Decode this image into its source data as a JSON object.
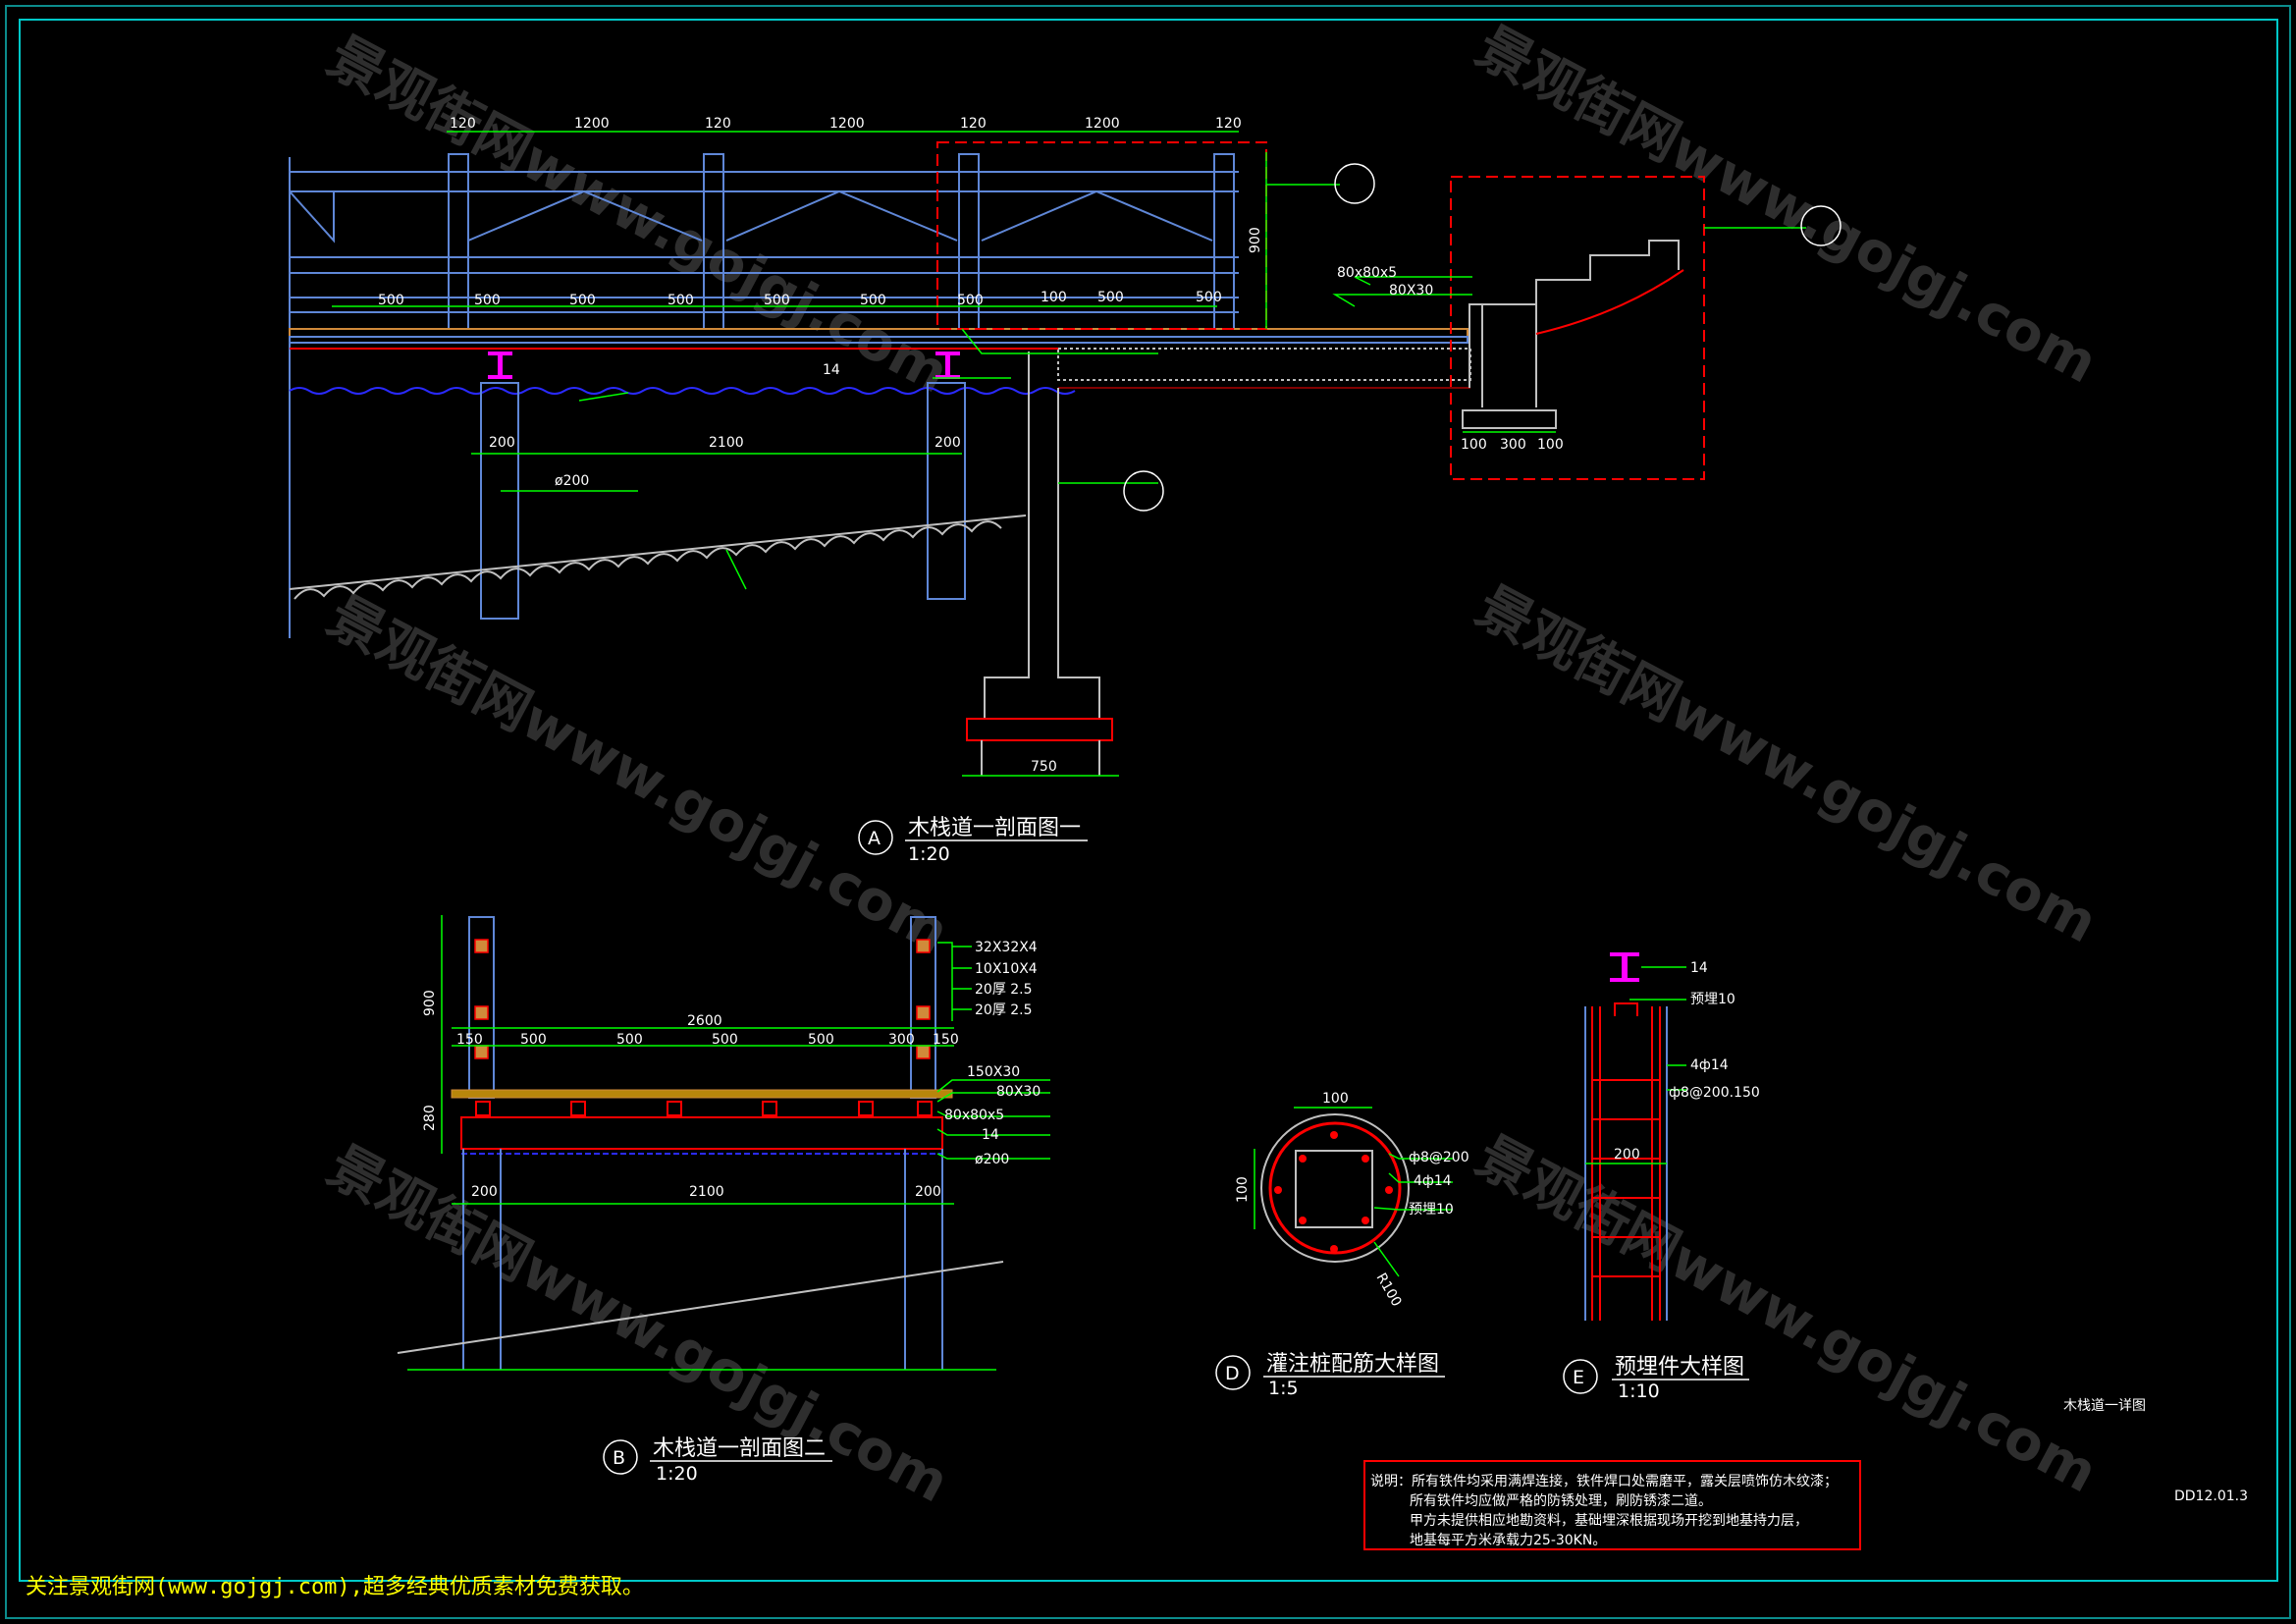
{
  "watermark": "景观街网www.gojgj.com",
  "section_a": {
    "label": "A",
    "title": "木栈道一剖面图一",
    "scale": "1:20",
    "dims_top": [
      "120",
      "1200",
      "120",
      "1200",
      "120",
      "1200",
      "120"
    ],
    "dims_post": [
      "500",
      "500",
      "500",
      "500",
      "500",
      "500",
      "500",
      "100",
      "500",
      "500"
    ],
    "dims_pile": [
      "200",
      "2100",
      "200"
    ],
    "dim_height": "900",
    "dim_footing": "750",
    "dims_stair": [
      "100",
      "300",
      "100"
    ],
    "notes": {
      "joist": "80x80x5",
      "deck": "80X30",
      "ibeam": "14",
      "pile": "ø200"
    }
  },
  "section_b": {
    "label": "B",
    "title": "木栈道一剖面图二",
    "scale": "1:20",
    "dim_width": "2600",
    "dims_spacing": [
      "150",
      "500",
      "500",
      "500",
      "500",
      "300",
      "150"
    ],
    "dims_pile": [
      "200",
      "2100",
      "200"
    ],
    "dim_height": "900",
    "dim_deck": "280",
    "notes": [
      "32X32X4",
      "10X10X4",
      "20厚 2.5",
      "20厚 2.5",
      "150X30",
      "80X30",
      "80x80x5",
      "14",
      "ø200"
    ]
  },
  "detail_d": {
    "label": "D",
    "title": "灌注桩配筋大样图",
    "scale": "1:5",
    "dim_top": "100",
    "dim_side": "100",
    "radius": "R100",
    "notes": [
      "ф8@200",
      "4ф14",
      "预埋10"
    ]
  },
  "detail_e": {
    "label": "E",
    "title": "预埋件大样图",
    "scale": "1:10",
    "dim_width": "200",
    "notes": [
      "14",
      "预埋10",
      "4ф14",
      "ф8@200.150"
    ]
  },
  "explanation": {
    "lines": [
      "说明：所有铁件均采用满焊连接，铁件焊口处需磨平，露关层喷饰仿木纹漆；",
      "所有铁件均应做严格的防锈处理，刷防锈漆二道。",
      "甲方未提供相应地勘资料，基础埋深根据现场开挖到地基持力层，",
      "地基每平方米承载力25-30KN。"
    ]
  },
  "sheet_code": "DD12.01.3",
  "sheet_name": "木栈道一详图",
  "footer": "关注景观街网(www.gojgj.com),超多经典优质素材免费获取。",
  "colors": {
    "frame": "#00c8c8",
    "dimension": "#00ff00",
    "structure": "#5f87d7",
    "section": "#ff0000",
    "footer": "#ffff00",
    "water": "#2a2aff",
    "beam": "#ff00ff"
  }
}
